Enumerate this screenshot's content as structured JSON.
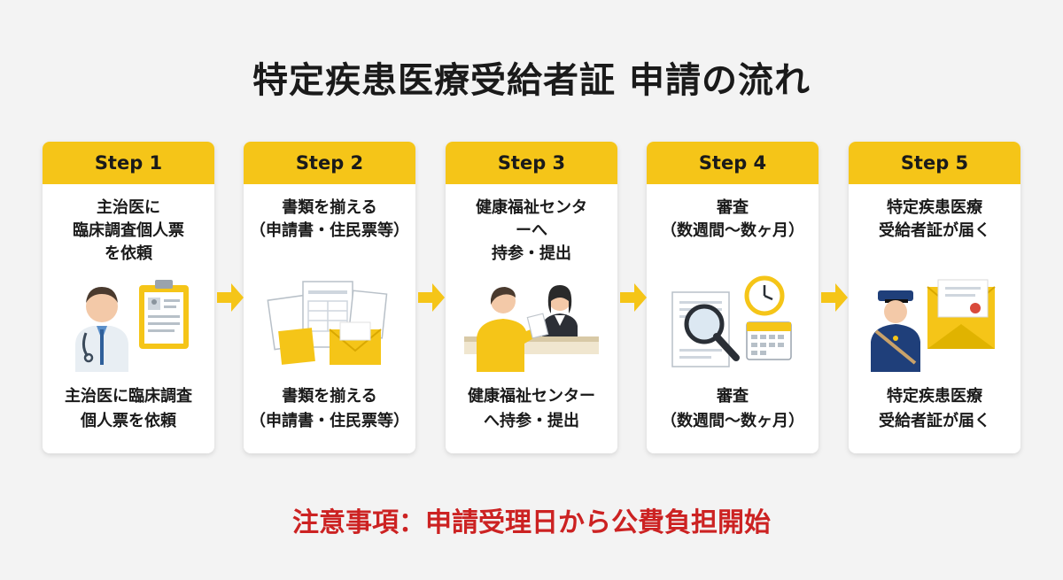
{
  "title": "特定疾患医療受給者証 申請の流れ",
  "colors": {
    "accent": "#f5c518",
    "note": "#cc2222",
    "card": "#ffffff",
    "background": "#f3f3f3"
  },
  "steps": [
    {
      "label": "Step 1",
      "top_text": "主治医に\n臨床調査個人票\nを依頼",
      "illustration": "doctor-with-clipboard",
      "bottom_text": "主治医に臨床調査\n個人票を依頼"
    },
    {
      "label": "Step 2",
      "top_text": "書類を揃える\n（申請書・住民票等）",
      "illustration": "documents-and-envelope",
      "bottom_text": "書類を揃える\n（申請書・住民票等）"
    },
    {
      "label": "Step 3",
      "top_text": "健康福祉センタ\nーへ\n持参・提出",
      "illustration": "counter-submission",
      "bottom_text": "健康福祉センター\nへ持参・提出"
    },
    {
      "label": "Step 4",
      "top_text": "審査\n（数週間〜数ヶ月）",
      "illustration": "magnifier-clock-calendar",
      "bottom_text": "審査\n（数週間〜数ヶ月）"
    },
    {
      "label": "Step 5",
      "top_text": "特定疾患医療\n受給者証が届く",
      "illustration": "postman-certificate-envelope",
      "bottom_text": "特定疾患医療\n受給者証が届く"
    }
  ],
  "note": "注意事項：申請受理日から公費負担開始"
}
